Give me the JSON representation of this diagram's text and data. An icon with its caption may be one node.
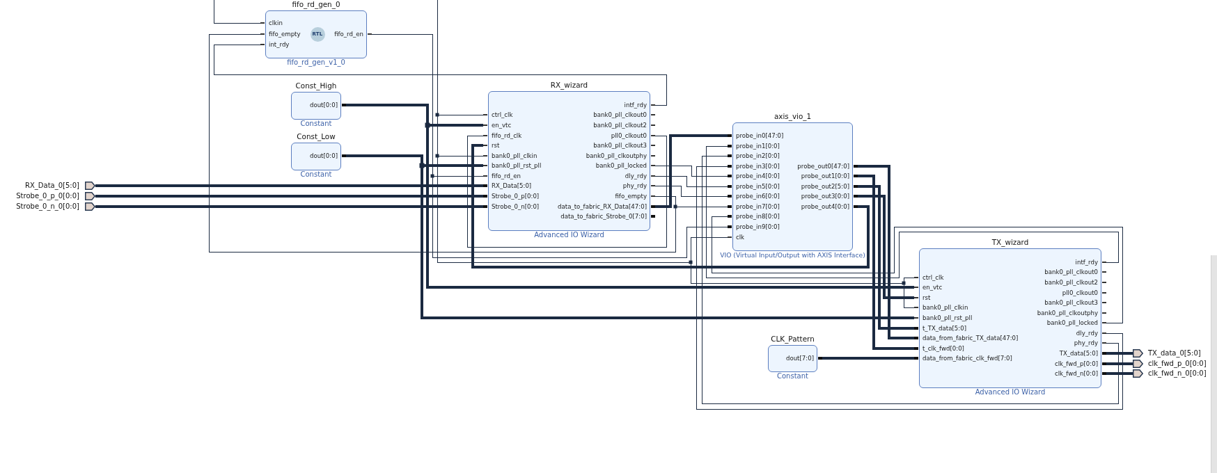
{
  "diagram": {
    "nodes": [
      {
        "text": [
          "fifo_rd_gen_0"
        ],
        "beside": [
          "fifo_rd_gen_v1_0"
        ]
      },
      {
        "text": [
          "clkin"
        ],
        "in": 0
      },
      {
        "text": [
          "fifo_empty"
        ],
        "in": 0
      },
      {
        "text": [
          "int_rdy"
        ],
        "in": 0
      },
      {
        "text": [
          "fifo_rd_en"
        ],
        "in": 0
      },
      {
        "text": [
          "Const_High"
        ],
        "beside": [
          "Constant"
        ]
      },
      {
        "text": [
          "dout[0:0]"
        ],
        "in": 5
      },
      {
        "text": [
          "Const_Low"
        ],
        "beside": [
          "Constant"
        ]
      },
      {
        "text": [
          "dout[0:0]"
        ],
        "in": 7
      },
      {
        "text": [
          "RX_wizard"
        ],
        "beside": [
          "Advanced IO Wizard"
        ]
      },
      {
        "text": [
          "ctrl_clk"
        ],
        "in": 9
      },
      {
        "text": [
          "en_vtc"
        ],
        "in": 9
      },
      {
        "text": [
          "fifo_rd_clk"
        ],
        "in": 9
      },
      {
        "text": [
          "rst"
        ],
        "in": 9
      },
      {
        "text": [
          "bank0_pll_clkin"
        ],
        "in": 9
      },
      {
        "text": [
          "bank0_pll_rst_pll"
        ],
        "in": 9
      },
      {
        "text": [
          "fifo_rd_en"
        ],
        "in": 9
      },
      {
        "text": [
          "RX_Data[5:0]"
        ],
        "in": 9
      },
      {
        "text": [
          "Strobe_0_p[0:0]"
        ],
        "in": 9
      },
      {
        "text": [
          "Strobe_0_n[0:0]"
        ],
        "in": 9
      },
      {
        "text": [
          "intf_rdy"
        ],
        "in": 9
      },
      {
        "text": [
          "bank0_pll_clkout0"
        ],
        "in": 9
      },
      {
        "text": [
          "bank0_pll_clkout2"
        ],
        "in": 9
      },
      {
        "text": [
          "pll0_clkout0"
        ],
        "in": 9
      },
      {
        "text": [
          "bank0_pll_clkout3"
        ],
        "in": 9
      },
      {
        "text": [
          "bank0_pll_clkoutphy"
        ],
        "in": 9
      },
      {
        "text": [
          "bank0_pll_locked"
        ],
        "in": 9
      },
      {
        "text": [
          "dly_rdy"
        ],
        "in": 9
      },
      {
        "text": [
          "phy_rdy"
        ],
        "in": 9
      },
      {
        "text": [
          "fifo_empty"
        ],
        "in": 9
      },
      {
        "text": [
          "data_to_fabric_RX_Data[47:0]"
        ],
        "in": 9
      },
      {
        "text": [
          "data_to_fabric_Strobe_0[7:0]"
        ],
        "in": 9
      },
      {
        "text": [
          "RX_Data_0[5:0]"
        ]
      },
      {
        "text": [
          "Strobe_0_p_0[0:0]"
        ]
      },
      {
        "text": [
          "Strobe_0_n_0[0:0]"
        ]
      },
      {
        "text": [
          "axis_vio_1"
        ],
        "beside": [
          "VIO (Virtual Input/Output with AXIS Interface)"
        ]
      },
      {
        "text": [
          "probe_in0[47:0]"
        ],
        "in": 35
      },
      {
        "text": [
          "probe_in1[0:0]"
        ],
        "in": 35
      },
      {
        "text": [
          "probe_in2[0:0]"
        ],
        "in": 35
      },
      {
        "text": [
          "probe_in3[0:0]"
        ],
        "in": 35
      },
      {
        "text": [
          "probe_in4[0:0]"
        ],
        "in": 35
      },
      {
        "text": [
          "probe_in5[0:0]"
        ],
        "in": 35
      },
      {
        "text": [
          "probe_in6[0:0]"
        ],
        "in": 35
      },
      {
        "text": [
          "probe_in7[0:0]"
        ],
        "in": 35
      },
      {
        "text": [
          "probe_in8[0:0]"
        ],
        "in": 35
      },
      {
        "text": [
          "probe_in9[0:0]"
        ],
        "in": 35
      },
      {
        "text": [
          "clk"
        ],
        "in": 35
      },
      {
        "text": [
          "probe_out0[47:0]"
        ],
        "in": 35
      },
      {
        "text": [
          "probe_out1[0:0]"
        ],
        "in": 35
      },
      {
        "text": [
          "probe_out2[5:0]"
        ],
        "in": 35
      },
      {
        "text": [
          "probe_out3[0:0]"
        ],
        "in": 35
      },
      {
        "text": [
          "probe_out4[0:0]"
        ],
        "in": 35
      },
      {
        "text": [
          "TX_wizard"
        ],
        "beside": [
          "Advanced IO Wizard"
        ]
      },
      {
        "text": [
          "ctrl_clk"
        ],
        "in": 52
      },
      {
        "text": [
          "en_vtc"
        ],
        "in": 52
      },
      {
        "text": [
          "rst"
        ],
        "in": 52
      },
      {
        "text": [
          "bank0_pll_clkin"
        ],
        "in": 52
      },
      {
        "text": [
          "bank0_pll_rst_pll"
        ],
        "in": 52
      },
      {
        "text": [
          "t_TX_data[5:0]"
        ],
        "in": 52
      },
      {
        "text": [
          "data_from_fabric_TX_data[47:0]"
        ],
        "in": 52
      },
      {
        "text": [
          "t_clk_fwd[0:0]"
        ],
        "in": 52
      },
      {
        "text": [
          "data_from_fabric_clk_fwd[7:0]"
        ],
        "in": 52
      },
      {
        "text": [
          "intf_rdy"
        ],
        "in": 52
      },
      {
        "text": [
          "bank0_pll_clkout0"
        ],
        "in": 52
      },
      {
        "text": [
          "bank0_pll_clkout2"
        ],
        "in": 52
      },
      {
        "text": [
          "pll0_clkout0"
        ],
        "in": 52
      },
      {
        "text": [
          "bank0_pll_clkout3"
        ],
        "in": 52
      },
      {
        "text": [
          "bank0_pll_clkoutphy"
        ],
        "in": 52
      },
      {
        "text": [
          "bank0_pll_locked"
        ],
        "in": 52
      },
      {
        "text": [
          "dly_rdy"
        ],
        "in": 52
      },
      {
        "text": [
          "phy_rdy"
        ],
        "in": 52
      },
      {
        "text": [
          "TX_data[5:0]"
        ],
        "in": 52
      },
      {
        "text": [
          "clk_fwd_p[0:0]"
        ],
        "in": 52
      },
      {
        "text": [
          "clk_fwd_n[0:0]"
        ],
        "in": 52
      },
      {
        "text": [
          "CLK_Pattern"
        ],
        "beside": [
          "Constant"
        ]
      },
      {
        "text": [
          "dout[7:0]"
        ],
        "in": 74
      },
      {
        "text": [
          "TX_data_0[5:0]"
        ]
      },
      {
        "text": [
          "clk_fwd_p_0[0:0]"
        ]
      },
      {
        "text": [
          "clk_fwd_n_0[0:0]"
        ]
      }
    ],
    "edges": [
      {
        "from": null,
        "to": 1,
        "arrow": "none"
      },
      {
        "from": null,
        "to": 10,
        "arrow": "none"
      },
      {
        "from": null,
        "to": 14,
        "arrow": "none"
      },
      {
        "from": null,
        "to": 46,
        "arrow": "none"
      },
      {
        "from": null,
        "to": 53,
        "arrow": "none"
      },
      {
        "from": null,
        "to": 56,
        "arrow": "none"
      },
      {
        "from": 4,
        "to": 16,
        "arrow": "none"
      },
      {
        "from": 4,
        "to": 45,
        "arrow": "none"
      },
      {
        "from": 29,
        "to": 2,
        "arrow": "none"
      },
      {
        "from": 29,
        "to": 43,
        "arrow": "none"
      },
      {
        "from": 20,
        "to": 3,
        "arrow": "none"
      },
      {
        "from": 23,
        "to": 12,
        "arrow": "none"
      },
      {
        "from": 6,
        "to": 11,
        "arrow": "none",
        "style": "thick"
      },
      {
        "from": 6,
        "to": 54,
        "arrow": "none",
        "style": "thick"
      },
      {
        "from": 8,
        "to": 15,
        "arrow": "none",
        "style": "thick"
      },
      {
        "from": 8,
        "to": 57,
        "arrow": "none",
        "style": "thick"
      },
      {
        "from": 32,
        "to": 17,
        "arrow": "none",
        "style": "thick"
      },
      {
        "from": 33,
        "to": 18,
        "arrow": "none",
        "style": "thick"
      },
      {
        "from": 34,
        "to": 19,
        "arrow": "none",
        "style": "thick"
      },
      {
        "from": 30,
        "to": 36,
        "arrow": "none",
        "style": "thick"
      },
      {
        "from": 26,
        "to": 40,
        "arrow": "none"
      },
      {
        "from": 27,
        "to": 41,
        "arrow": "none"
      },
      {
        "from": 28,
        "to": 42,
        "arrow": "none"
      },
      {
        "from": 47,
        "to": 59,
        "arrow": "none",
        "style": "thick"
      },
      {
        "from": 48,
        "to": 60,
        "arrow": "none",
        "style": "thick"
      },
      {
        "from": 49,
        "to": 58,
        "arrow": "none",
        "style": "thick"
      },
      {
        "from": 50,
        "to": 55,
        "arrow": "none",
        "style": "thick"
      },
      {
        "from": 51,
        "to": 13,
        "arrow": "none",
        "style": "thick"
      },
      {
        "from": 62,
        "to": 37,
        "arrow": "none"
      },
      {
        "from": 68,
        "to": 44,
        "arrow": "none"
      },
      {
        "from": 70,
        "to": 38,
        "arrow": "none"
      },
      {
        "from": 69,
        "to": 39,
        "arrow": "none"
      },
      {
        "from": 75,
        "to": 61,
        "arrow": "none",
        "style": "thick"
      },
      {
        "from": 71,
        "to": 76,
        "arrow": "none",
        "style": "thick"
      },
      {
        "from": 72,
        "to": 77,
        "arrow": "none",
        "style": "thick"
      },
      {
        "from": 73,
        "to": 78,
        "arrow": "none",
        "style": "thick"
      }
    ],
    "labels": [
      "RTL"
    ]
  }
}
